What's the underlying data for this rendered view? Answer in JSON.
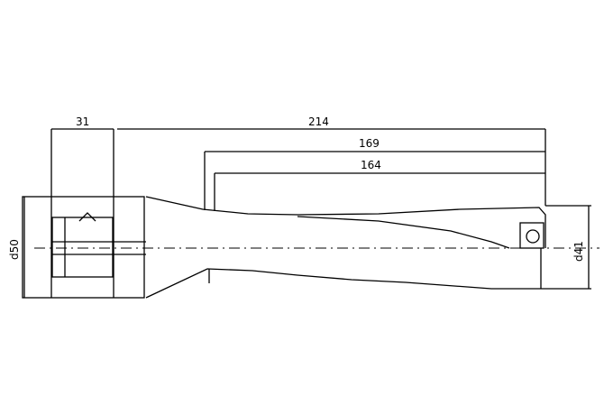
{
  "drawing": {
    "dimensions": {
      "shank_length": "31",
      "overall_length": "214",
      "length_1": "169",
      "length_2": "164",
      "shank_diameter": "d50",
      "cutting_diameter": "d41"
    },
    "line_color": "#000000",
    "background": "#ffffff"
  }
}
